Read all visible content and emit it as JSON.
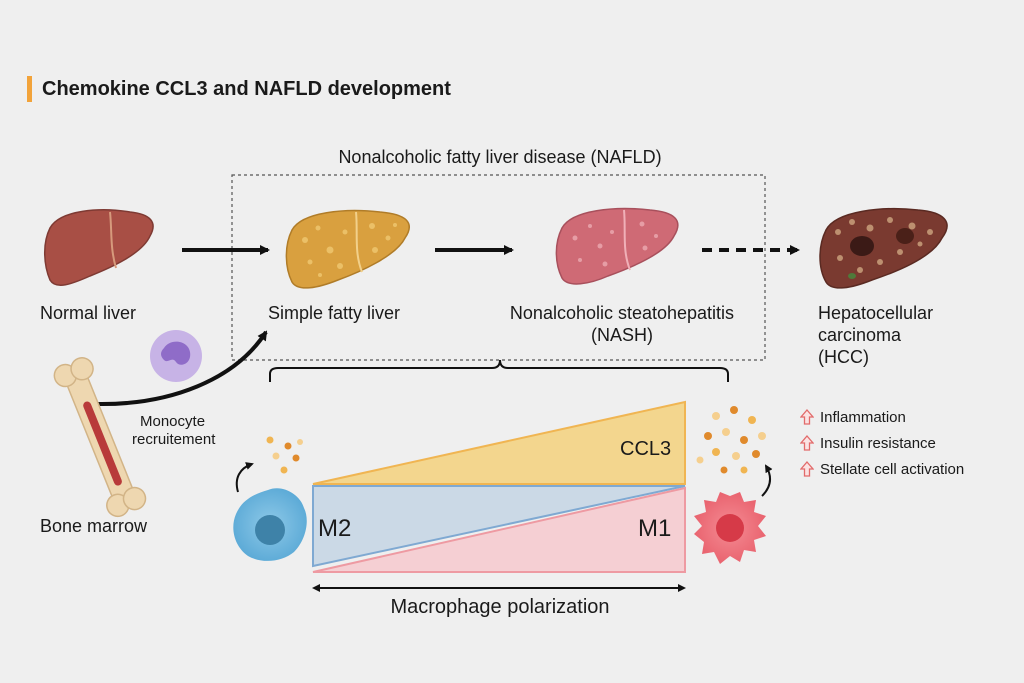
{
  "title": "Chemokine CCL3 and NAFLD development",
  "nafld_label": "Nonalcoholic fatty liver disease (NAFLD)",
  "stages": {
    "normal": "Normal liver",
    "simple": "Simple fatty liver",
    "nash_line1": "Nonalcoholic steatohepatitis",
    "nash_line2": "(NASH)",
    "hcc_line1": "Hepatocellular",
    "hcc_line2": "carcinoma",
    "hcc_line3": "(HCC)"
  },
  "monocyte": {
    "line1": "Monocyte",
    "line2": "recruitement"
  },
  "bone_marrow": "Bone marrow",
  "ccl3": "CCL3",
  "m2": "M2",
  "m1": "M1",
  "polarization": "Macrophage polarization",
  "effects": [
    "Inflammation",
    "Insulin resistance",
    "Stellate cell activation"
  ],
  "colors": {
    "accent": "#f2a33a",
    "ccl3": "#f3d68e",
    "m2": "#c9d8e8",
    "m1": "#f4c7cc",
    "up_arrow": "#e26a6a"
  }
}
